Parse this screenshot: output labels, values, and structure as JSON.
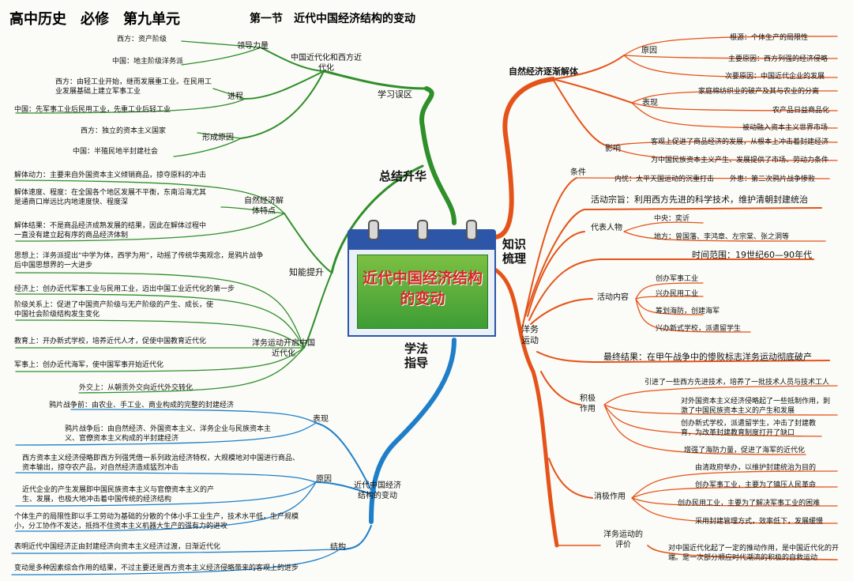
{
  "header": {
    "title": "高中历史　必修　第九单元",
    "subtitle": "第一节　近代中国经济结构的变动"
  },
  "center": {
    "text": "近代中国经济结构的变动"
  },
  "branches": {
    "summary": "总结升华",
    "method": "学法指导",
    "knowledge": "知识梳理"
  },
  "left_top": {
    "hub": "学习误区",
    "g1": {
      "label": "中国近代化和西方近代化",
      "lead": {
        "label": "领导力量",
        "west": "西方：资产阶级",
        "china": "中国：地主阶级洋务派"
      },
      "process": {
        "label": "进程",
        "west": "西方：由轻工业开始，继而发展重工业。在民用工业发展基础上建立军事工业",
        "china": "中国：先军事工业后民用工业，先重工业后轻工业"
      },
      "cause": {
        "label": "形成原因",
        "west": "西方：独立的资本主义国家",
        "china": "中国：半殖民地半封建社会"
      }
    },
    "improve": {
      "label": "知能提升",
      "natural": {
        "label": "自然经济解体特点",
        "i1": "解体动力：主要来自外国资本主义倾销商品，掠夺原料的冲击",
        "i2": "解体速度、程度：在全国各个地区发展不平衡，东南沿海尤其是通商口岸远比内地速度快、程度深",
        "i3": "解体结果：不是商品经济成熟发展的结果，因此在解体过程中一直没有建立起有序的商品经济体制"
      },
      "yangwu": {
        "label": "洋务运动开启中国近代化",
        "i1": "思想上：洋务派提出“中学为体，西学为用”，动摇了传统华夷观念，是鸦片战争后中国思想界的一大进步",
        "i2": "经济上：创办近代军事工业与民用工业，迈出中国工业近代化的第一步",
        "i3": "阶级关系上：促进了中国资产阶级与无产阶级的产生、成长，使中国社会阶级结构发生变化",
        "i4": "教育上：开办新式学校，培养近代人才，促使中国教育近代化",
        "i5": "军事上：创办近代海军，使中国军事开始近代化",
        "i6": "外交上：从朝贡外交向近代外交转化"
      }
    }
  },
  "left_bottom": {
    "hub": "近代中国经济结构的变动",
    "show": {
      "label": "表现",
      "i1": "鸦片战争前：由农业、手工业、商业构成的完整的封建经济",
      "i2": "鸦片战争后：由自然经济、外国资本主义、洋务企业与民族资本主义、官僚资本主义构成的半封建经济"
    },
    "reason": {
      "label": "原因",
      "i1": "西方资本主义经济侵略即西方列强凭借一系列政治经济特权，大规模地对中国进行商品、资本输出，掠夺农产品，对自然经济造成猛烈冲击",
      "i2": "近代企业的产生发展即中国民族资本主义与官僚资本主义的产生、发展，也极大地冲击着中国传统的经济结构",
      "i3": "个体生产的局限性即以手工劳动为基础的分散的个体小手工业生产，技术水平低，生产规模小，分工协作不发达，抵挡不住资本主义机器大生产的强有力的进攻"
    },
    "conclusion": {
      "label": "结构",
      "i1": "表明近代中国经济正由封建经济向资本主义经济过渡，日渐近代化",
      "i2": "变动是多种因素综合作用的结果，不过主要还是西方资本主义经济侵略带来的客观上的进步"
    }
  },
  "right_top": {
    "hub": "自然经济逐渐解体",
    "cause": {
      "label": "原因",
      "i1": "根源：个体生产的局限性",
      "i2": "主要原因：西方列强的经济侵略",
      "i3": "次要原因：中国近代企业的发展"
    },
    "show": {
      "label": "表现",
      "i1": "家庭棉纺织业的破产及其与农业的分离",
      "i2": "农产品日益商品化",
      "i3": "被动融入资本主义世界市场"
    },
    "effect": {
      "label": "影响",
      "i1": "客观上促进了商品经济的发展，从根本上冲击着封建经济",
      "i2": "为中国民族资本主义产生、发展提供了市场、劳动力条件"
    }
  },
  "right_bottom": {
    "hub": "洋务运动",
    "cond": {
      "label": "条件",
      "inner": "内忧：太平天国运动的沉重打击",
      "outer": "外患：第二次鸦片战争惨败"
    },
    "aim": "活动宗旨：利用西方先进的科学技术，维护清朝封建统治",
    "people": {
      "label": "代表人物",
      "center": "中央：奕䜣",
      "local": "地方：曾国藩、李鸿章、左宗棠、张之洞等"
    },
    "time": "时间范围：19世纪60—90年代",
    "content": {
      "label": "活动内容",
      "i1": "创办军事工业",
      "i2": "兴办民用工业",
      "i3": "筹划海防，创建海军",
      "i4": "兴办新式学校，派遣留学生"
    },
    "result": "最终结果：在甲午战争中的惨败标志洋务运动彻底破产",
    "positive": {
      "label": "积极作用",
      "i1": "引进了一些西方先进技术，培养了一批技术人员与技术工人",
      "i2": "对外国资本主义经济侵略起了一些抵制作用，刺激了中国民族资本主义的产生和发展",
      "i3": "创办新式学校，派遣留学生，冲击了封建教育，为改革封建教育制度打开了缺口",
      "i4": "增强了海防力量，促进了海军的近代化"
    },
    "negative": {
      "label": "消极作用",
      "i1": "由清政府举办，以维护封建统治为目的",
      "i2": "创办军事工业，主要为了镇压人民革命",
      "i3": "创办民用工业，主要为了解决军事工业的困难",
      "i4": "采用封建管理方式，效率低下，发展缓慢"
    },
    "eval": {
      "label": "洋务运动的评价",
      "i1": "对中国近代化起了一定的推动作用，是中国近代化的开端。是一次部分顺应时代潮流的积极的自救运动"
    }
  },
  "colors": {
    "green": "#2f8f2a",
    "blue": "#1e7fc8",
    "orange": "#e4541a",
    "calendar": "#2d56a8",
    "title_red": "#d62828"
  }
}
